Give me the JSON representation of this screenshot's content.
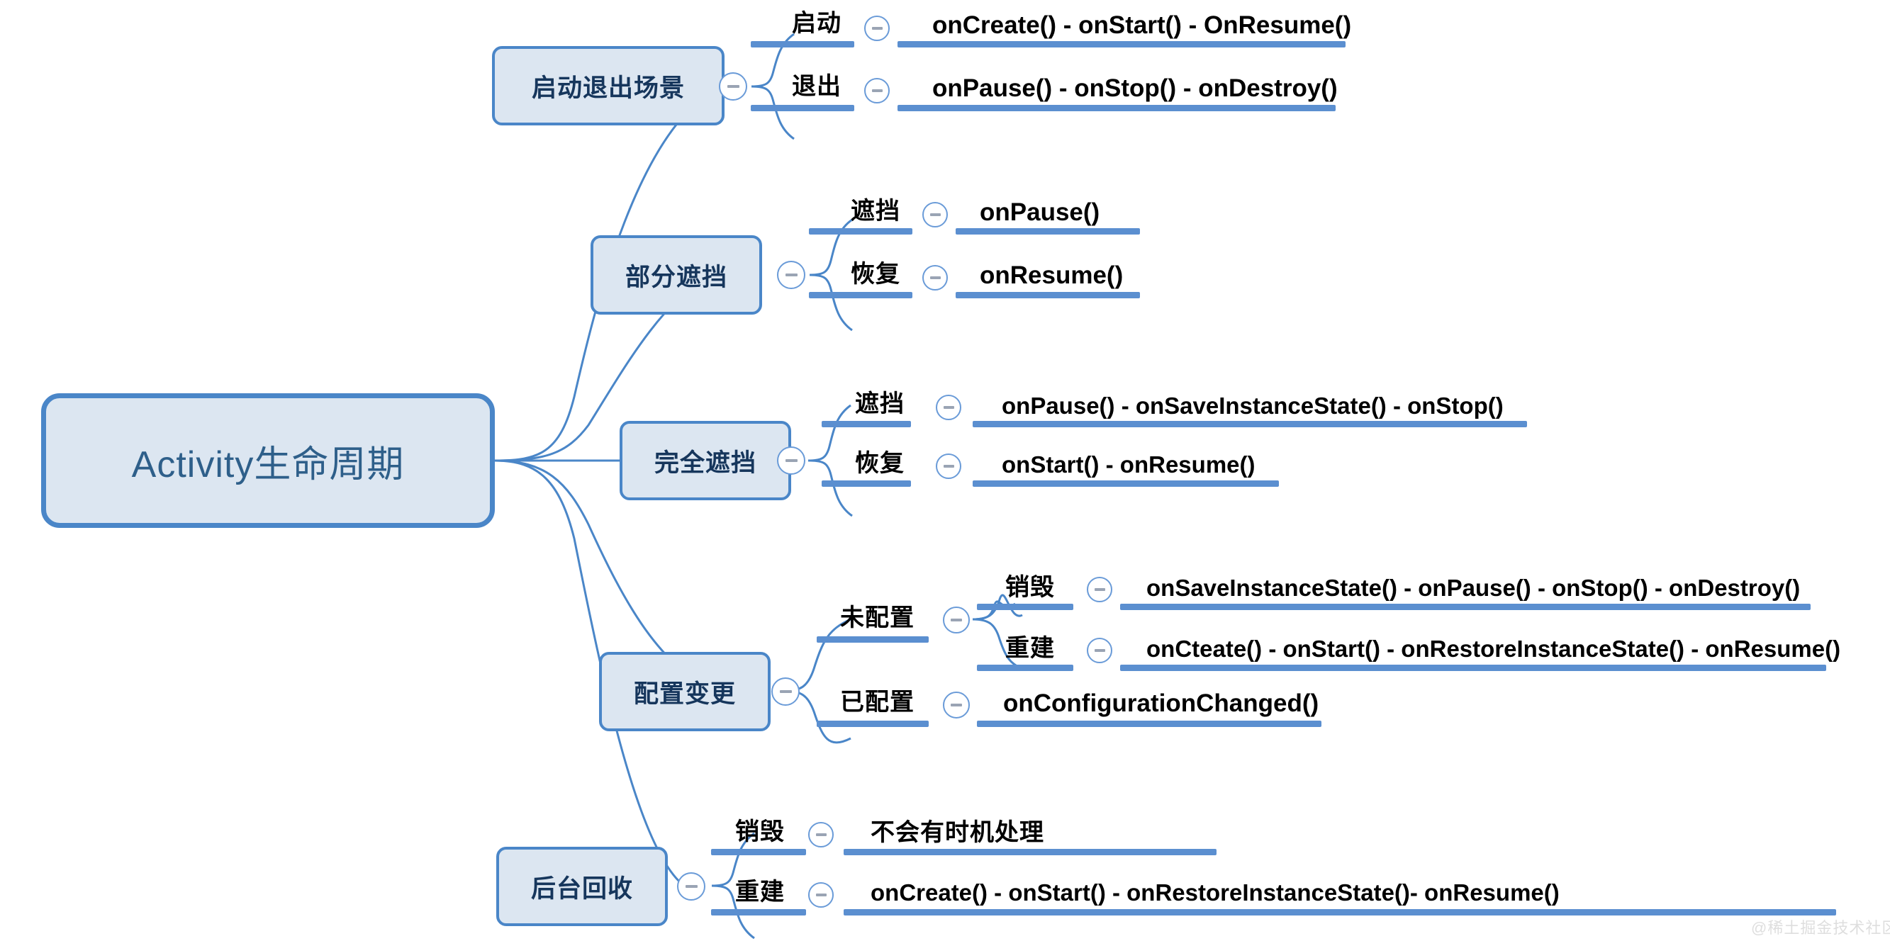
{
  "title": "Activity生命周期",
  "watermark": "@稀土掘金技术社区",
  "colors": {
    "node_fill": "#dce6f1",
    "node_border": "#4a86c8",
    "root_text": "#2e5f8a",
    "branch_text": "#16365c",
    "bar": "#5b8fd0",
    "link": "#4a86c8",
    "toggle_border": "#6a9bd8",
    "toggle_minus": "#9aa4b4",
    "text": "#000000",
    "watermark": "#dedede"
  },
  "icons": {
    "collapse": "minus-circle-icon"
  },
  "root": {
    "label": "Activity生命周期"
  },
  "branches": [
    {
      "label": "启动退出场景",
      "children": [
        {
          "label": "启动",
          "value": "onCreate() - onStart() - OnResume()"
        },
        {
          "label": "退出",
          "value": "onPause() - onStop() - onDestroy()"
        }
      ]
    },
    {
      "label": "部分遮挡",
      "children": [
        {
          "label": "遮挡",
          "value": "onPause()"
        },
        {
          "label": "恢复",
          "value": "onResume()"
        }
      ]
    },
    {
      "label": "完全遮挡",
      "children": [
        {
          "label": "遮挡",
          "value": "onPause() - onSaveInstanceState() - onStop()"
        },
        {
          "label": "恢复",
          "value": "onStart() - onResume()"
        }
      ]
    },
    {
      "label": "配置变更",
      "children": [
        {
          "label": "未配置",
          "value": "",
          "children": [
            {
              "label": "销毁",
              "value": "onSaveInstanceState() - onPause() - onStop() - onDestroy()"
            },
            {
              "label": "重建",
              "value": "onCteate() - onStart()  - onRestoreInstanceState() - onResume()"
            }
          ]
        },
        {
          "label": "已配置",
          "value": "onConfigurationChanged()"
        }
      ]
    },
    {
      "label": "后台回收",
      "children": [
        {
          "label": "销毁",
          "value": "不会有时机处理"
        },
        {
          "label": "重建",
          "value": "onCreate() - onStart() - onRestoreInstanceState()- onResume()"
        }
      ]
    }
  ]
}
